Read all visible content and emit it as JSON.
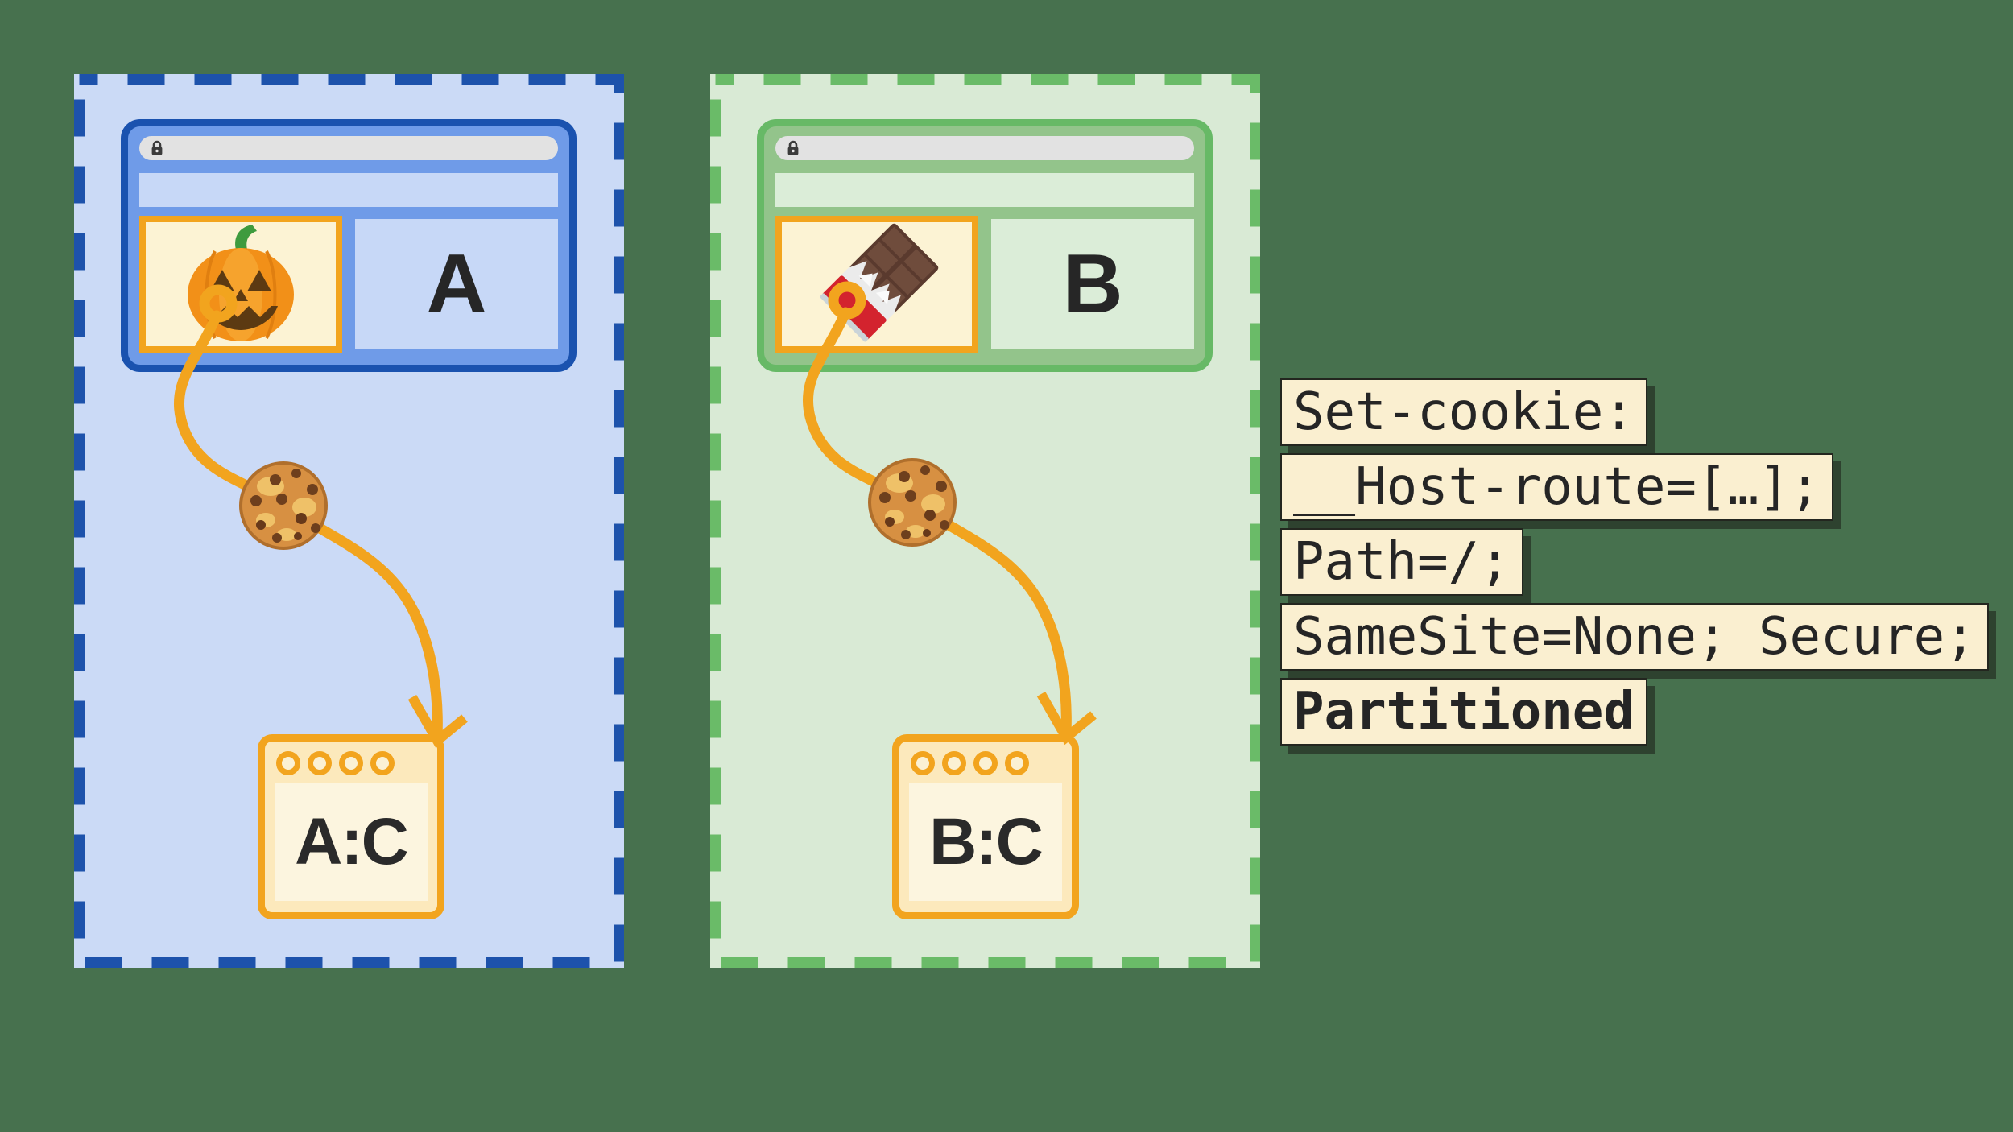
{
  "background_color": "#47714E",
  "accent_orange": "#F2A41E",
  "panels": [
    {
      "site_letter": "A",
      "partition_label": "A:C",
      "iframe_icon": "pumpkin-icon",
      "cookie_icon": "cookie-icon",
      "theme": {
        "panel_fill": "#CBDAF6",
        "dash_color": "#1D52AB",
        "window_border": "#1A52AF",
        "window_fill": "#6F9BE8",
        "block_fill": "#C7D8F7",
        "iframe_fill": "#FCF3D4"
      }
    },
    {
      "site_letter": "B",
      "partition_label": "B:C",
      "iframe_icon": "chocolate-bar-icon",
      "cookie_icon": "cookie-icon",
      "theme": {
        "panel_fill": "#D9EAD5",
        "dash_color": "#6ABB68",
        "window_border": "#67B966",
        "window_fill": "#93C48B",
        "block_fill": "#DBEDD8",
        "iframe_fill": "#FCF3D4"
      }
    }
  ],
  "code_block": {
    "highlight_color": "#FAEFD0",
    "text_color": "#252525",
    "lines": [
      {
        "text": "Set-cookie:",
        "bold": false
      },
      {
        "text": "__Host-route=[…];",
        "bold": false
      },
      {
        "text": "Path=/;",
        "bold": false
      },
      {
        "text": "SameSite=None; Secure;",
        "bold": false
      },
      {
        "text": "Partitioned",
        "bold": true
      }
    ]
  }
}
